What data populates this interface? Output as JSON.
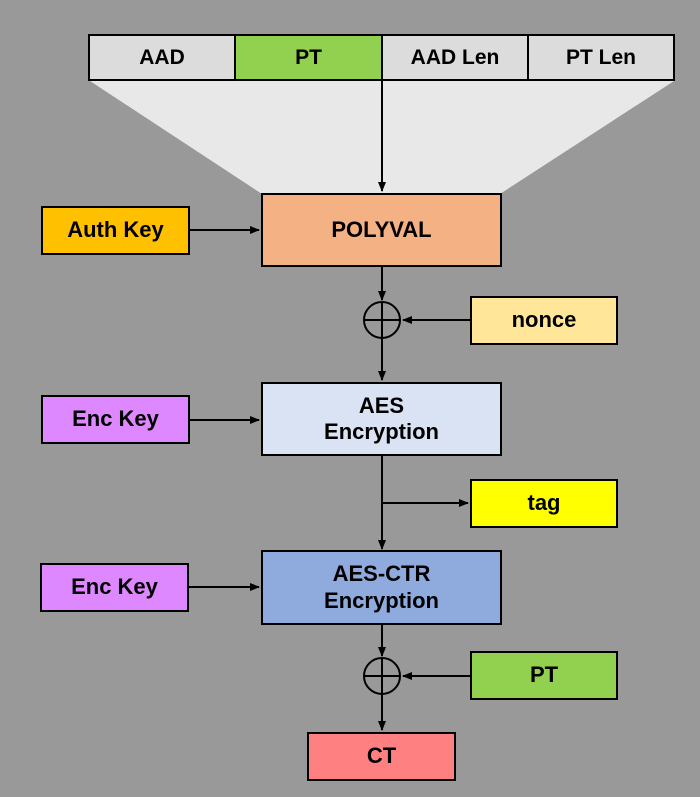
{
  "header_fields": {
    "aad": "AAD",
    "pt": "PT",
    "aad_len": "AAD Len",
    "pt_len": "PT Len"
  },
  "blocks": {
    "polyval": "POLYVAL",
    "auth_key": "Auth Key",
    "nonce": "nonce",
    "aes_enc_line1": "AES",
    "aes_enc_line2": "Encryption",
    "enc_key_1": "Enc Key",
    "tag": "tag",
    "aes_ctr_line1": "AES-CTR",
    "aes_ctr_line2": "Encryption",
    "enc_key_2": "Enc Key",
    "pt_in": "PT",
    "ct": "CT"
  },
  "colors": {
    "background": "#999999",
    "header_gray": "#dcdcdc",
    "pt_green": "#92d050",
    "polyval_orange": "#f4b183",
    "auth_key_amber": "#ffc000",
    "nonce_cream": "#ffe699",
    "aes_light_blue": "#dae3f3",
    "aes_ctr_blue": "#8faadc",
    "enc_key_purple": "#dd88ff",
    "tag_yellow": "#ffff00",
    "ct_red": "#ff8080"
  },
  "icons": {
    "xor": "xor-circle-plus-icon"
  }
}
